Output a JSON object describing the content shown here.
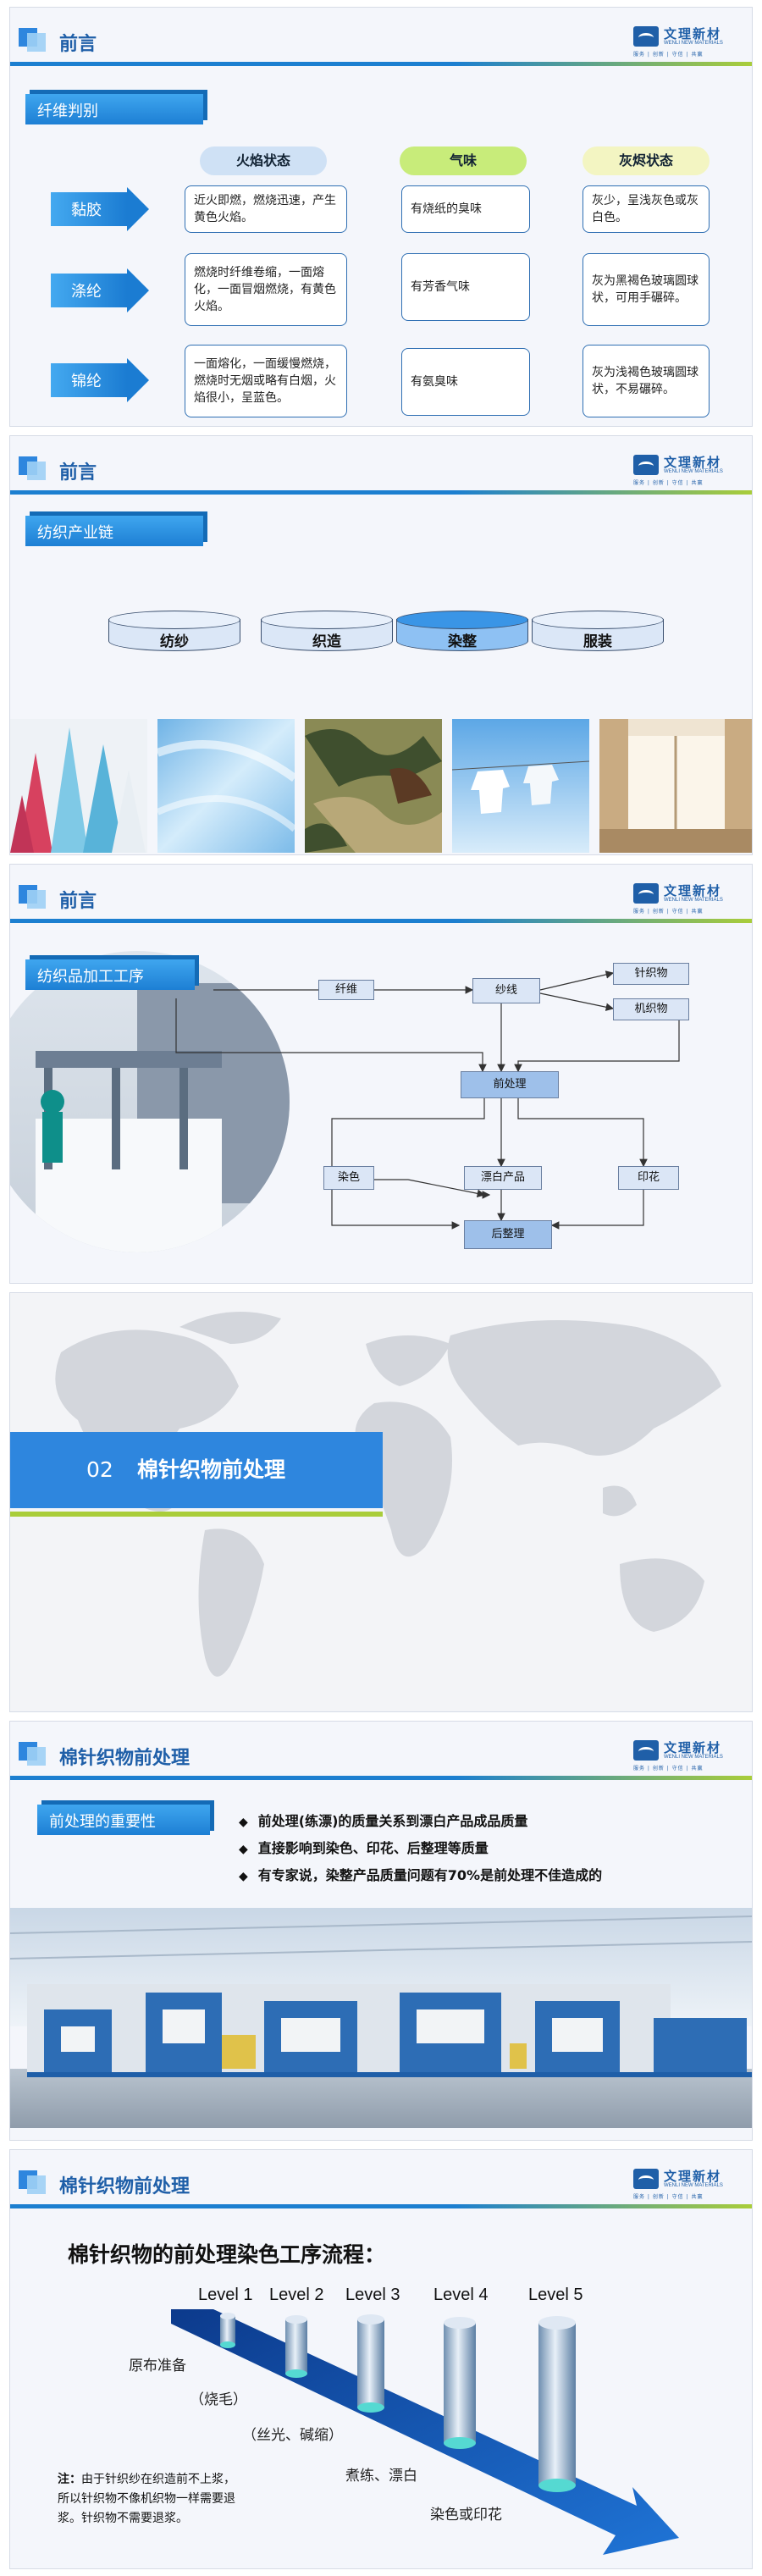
{
  "brand": {
    "name_cn": "文理新材",
    "name_en": "WENLI NEW MATERIALS",
    "tagline": "服务 | 创新 | 守信 | 共赢"
  },
  "slide1": {
    "title": "前言",
    "label": "纤维判别",
    "columns": [
      "火焰状态",
      "气味",
      "灰烬状态"
    ],
    "rows": [
      {
        "name": "黏胶",
        "flame": "近火即燃，燃烧迅速，产生黄色火焰。",
        "smell": "有烧纸的臭味",
        "ash": "灰少，呈浅灰色或灰白色。"
      },
      {
        "name": "涤纶",
        "flame": "燃烧时纤维卷缩，一面熔化，一面冒烟燃烧，有黄色火焰。",
        "smell": "有芳香气味",
        "ash": "灰为黑褐色玻璃圆球状，可用手碾碎。"
      },
      {
        "name": "锦纶",
        "flame": "一面熔化，一面缓慢燃烧，燃烧时无烟或略有白烟，火焰很小，呈蓝色。",
        "smell": "有氨臭味",
        "ash": "灰为浅褐色玻璃圆球状，不易碾碎。"
      }
    ]
  },
  "slide2": {
    "title": "前言",
    "label": "纺织产业链",
    "stages": [
      "纺纱",
      "织造",
      "染整",
      "服装"
    ]
  },
  "slide3": {
    "title": "前言",
    "label": "纺织品加工工序",
    "nodes": {
      "fiber": "纤维",
      "yarn": "纱线",
      "knit": "针织物",
      "woven": "机织物",
      "pre": "前处理",
      "dye": "染色",
      "bleach": "漂白产品",
      "print": "印花",
      "finish": "后整理"
    }
  },
  "slide4": {
    "num": "02",
    "title": "棉针织物前处理"
  },
  "slide5": {
    "title": "棉针织物前处理",
    "label": "前处理的重要性",
    "bullets": [
      "前处理(练漂)的质量关系到漂白产品成品质量",
      "直接影响到染色、印花、后整理等质量",
      "有专家说，染整产品质量问题有70%是前处理不佳造成的"
    ]
  },
  "slide6": {
    "title": "棉针织物前处理",
    "heading": "棉针织物的前处理染色工序流程：",
    "levels": [
      "Level 1",
      "Level 2",
      "Level 3",
      "Level 4",
      "Level 5"
    ],
    "steps": [
      "原布准备",
      "（烧毛）",
      "（丝光、碱缩）",
      "煮练、漂白",
      "染色或印花"
    ],
    "note_label": "注：",
    "note": "由于针织纱在织造前不上浆，所以针织物不像机织物一样需要退浆。针织物不需要退浆。"
  }
}
